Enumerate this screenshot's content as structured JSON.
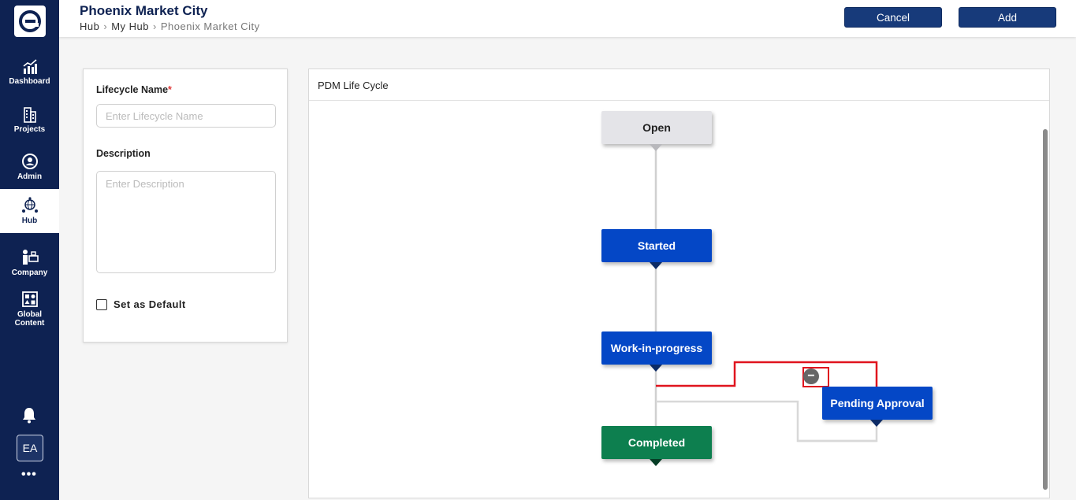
{
  "sidebar": {
    "items": [
      {
        "label": "Dashboard",
        "icon": "chart-icon"
      },
      {
        "label": "Projects",
        "icon": "building-icon"
      },
      {
        "label": "Admin",
        "icon": "admin-icon"
      },
      {
        "label": "Hub",
        "icon": "hub-icon"
      },
      {
        "label": "Company",
        "icon": "company-icon"
      },
      {
        "label": "Global Content",
        "icon": "global-content-icon"
      }
    ],
    "avatar": "EA",
    "more": "•••"
  },
  "header": {
    "title": "Phoenix Market City",
    "breadcrumb": [
      "Hub",
      "My Hub",
      "Phoenix Market City"
    ],
    "cancel_label": "Cancel",
    "add_label": "Add"
  },
  "form": {
    "name_label": "Lifecycle Name",
    "required_mark": "*",
    "name_placeholder": "Enter Lifecycle Name",
    "desc_label": "Description",
    "desc_placeholder": "Enter Description",
    "default_label": "Set as Default"
  },
  "lifecycle": {
    "title": "PDM Life Cycle",
    "nodes": {
      "open": "Open",
      "started": "Started",
      "wip": "Work-in-progress",
      "pending": "Pending Approval",
      "completed": "Completed"
    },
    "colors": {
      "blue": "#0447c6",
      "green": "#0d7f4f",
      "open": "#e4e4e8",
      "highlight": "#e0141e"
    }
  }
}
